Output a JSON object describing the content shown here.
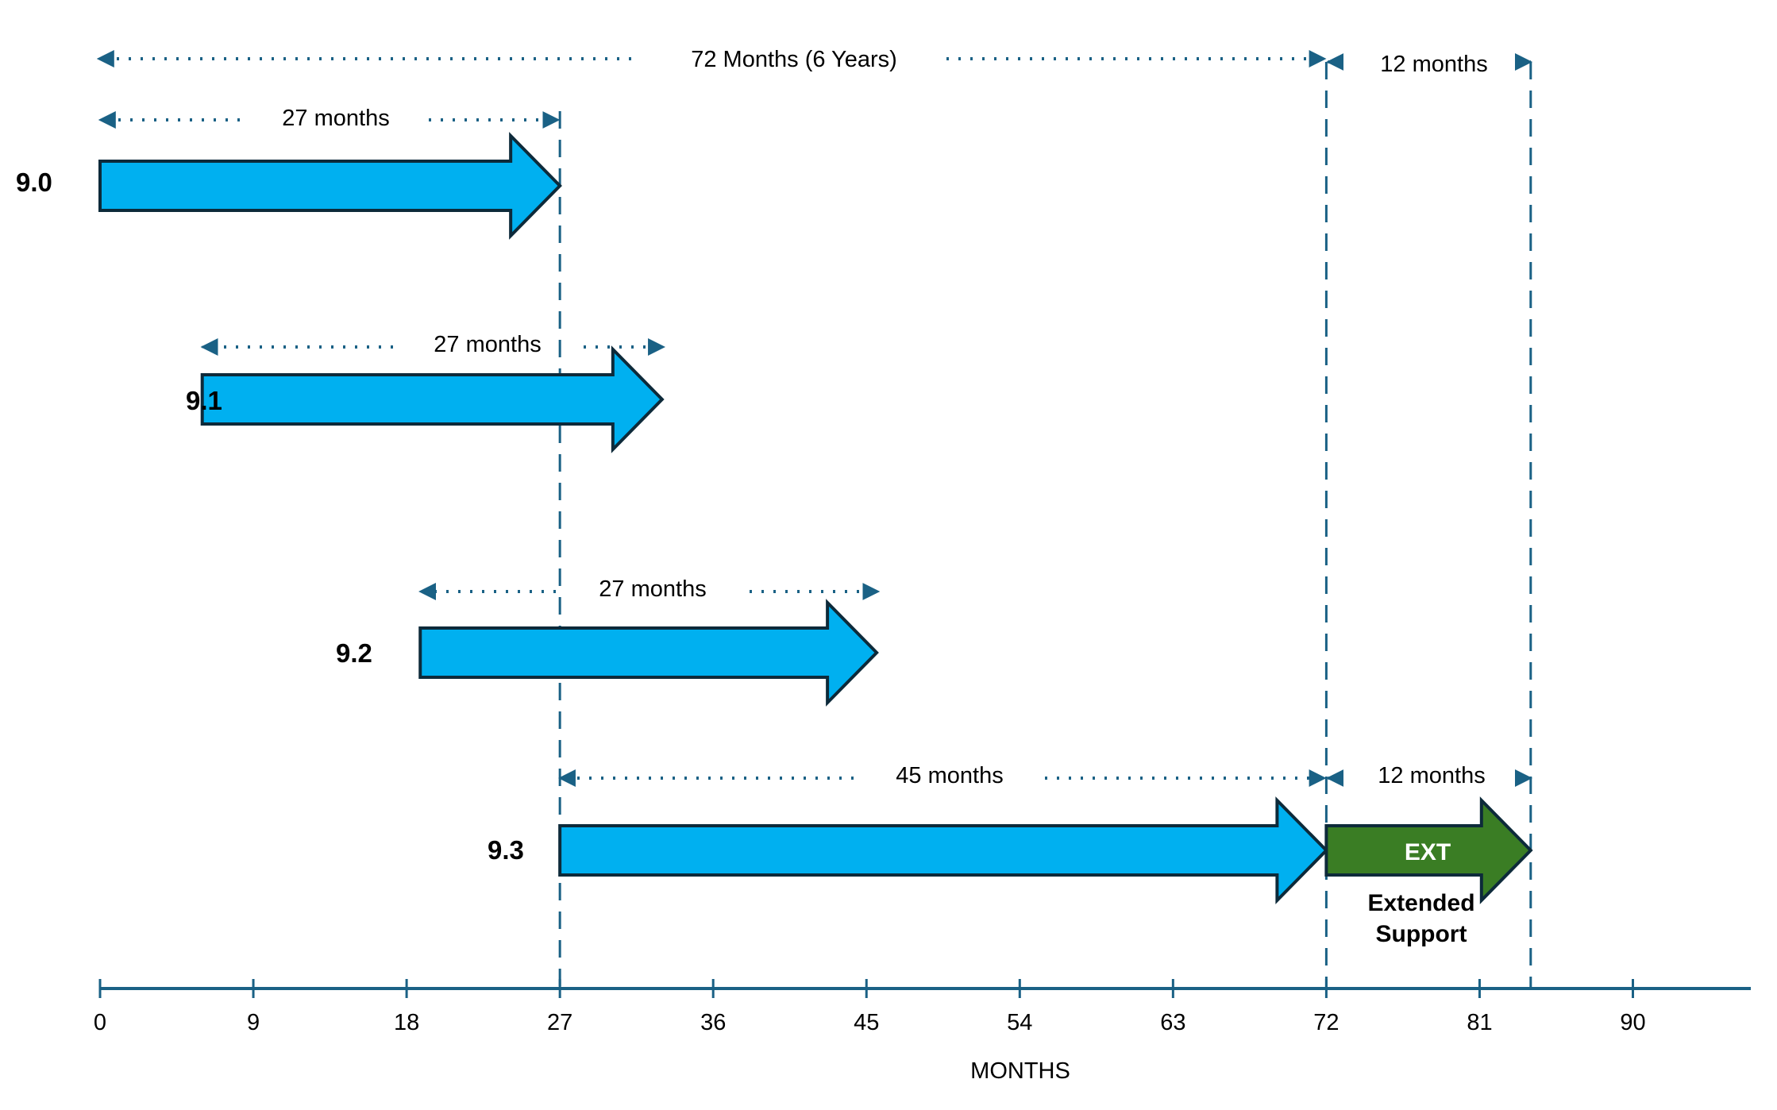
{
  "colors": {
    "arrow_fill": "#00b0f0",
    "arrow_stroke": "#0d2a3a",
    "ext_fill": "#3a7d24",
    "guide": "#1a6185",
    "text": "#000000"
  },
  "axis": {
    "label": "MONTHS",
    "ticks": [
      "0",
      "9",
      "18",
      "27",
      "36",
      "45",
      "54",
      "63",
      "72",
      "81",
      "90"
    ]
  },
  "top_spans": {
    "total": "72 Months (6 Years)",
    "extended": "12 months"
  },
  "releases": [
    {
      "version": "9.0",
      "span_label": "27 months",
      "start": 0,
      "end": 27
    },
    {
      "version": "9.1",
      "span_label": "27 months",
      "start": 6,
      "end": 33
    },
    {
      "version": "9.2",
      "span_label": "27 months",
      "start": 18.8,
      "end": 45.6
    },
    {
      "version": "9.3",
      "span_label": "45 months",
      "start": 27,
      "end": 72,
      "ext_span_label": "12 months"
    }
  ],
  "extended": {
    "badge": "EXT",
    "caption_line1": "Extended",
    "caption_line2": "Support",
    "start": 72,
    "end": 84
  },
  "chart_data": {
    "type": "gantt",
    "title": "",
    "xlabel": "MONTHS",
    "xticks": [
      0,
      9,
      18,
      27,
      36,
      45,
      54,
      63,
      72,
      81,
      90
    ],
    "xlim": [
      0,
      96
    ],
    "bars": [
      {
        "label": "9.0",
        "start": 0,
        "end": 27,
        "duration_label": "27 months",
        "type": "standard"
      },
      {
        "label": "9.1",
        "start": 6,
        "end": 33,
        "duration_label": "27 months",
        "type": "standard"
      },
      {
        "label": "9.2",
        "start": 18.8,
        "end": 45.6,
        "duration_label": "27 months",
        "type": "standard"
      },
      {
        "label": "9.3",
        "start": 27,
        "end": 72,
        "duration_label": "45 months",
        "type": "standard"
      },
      {
        "label": "EXT (Extended Support)",
        "start": 72,
        "end": 84,
        "duration_label": "12 months",
        "type": "extended"
      }
    ],
    "annotations": [
      {
        "text": "72 Months (6 Years)",
        "from": 0,
        "to": 72
      },
      {
        "text": "12 months",
        "from": 72,
        "to": 84
      }
    ],
    "reference_lines": [
      27,
      72,
      84
    ]
  }
}
